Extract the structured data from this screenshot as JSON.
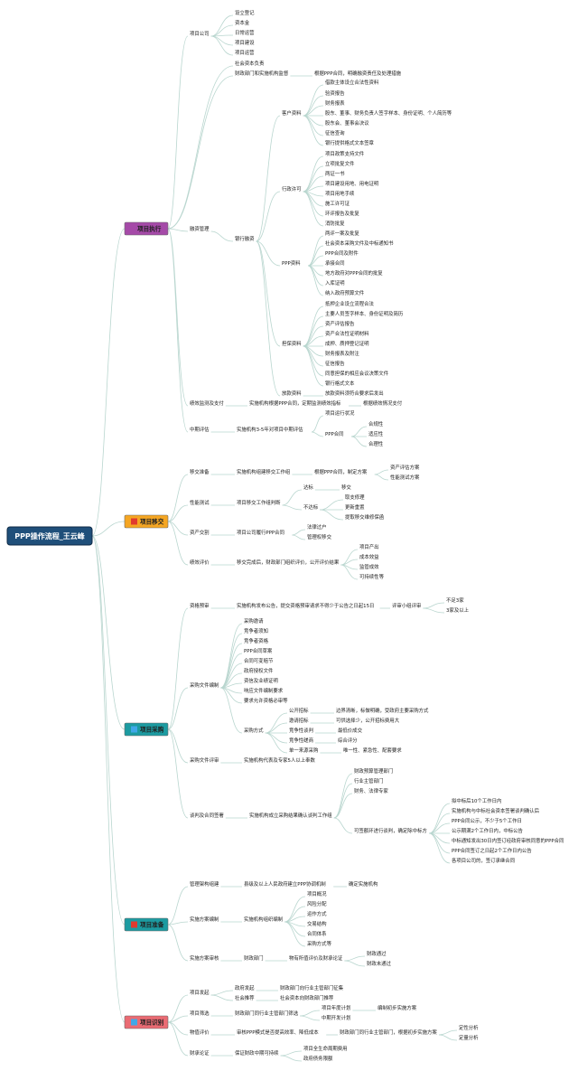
{
  "root": {
    "label": "PPP操作流程_王云峰",
    "color": "#1f4f7a"
  },
  "branches": {
    "b1": {
      "label": "项目执行",
      "color": "#a54aa8"
    },
    "b2": {
      "label": "项目移交",
      "color": "#f5a623",
      "icon_color": "#e03a2f"
    },
    "b3": {
      "label": "项目采购",
      "color": "#1c9ba1",
      "icon_color": "#40a8e8"
    },
    "b4": {
      "label": "项目准备",
      "color": "#1c9ba1",
      "icon_color": "#e03a2f"
    },
    "b5": {
      "label": "项目识别",
      "color": "#ea6b73",
      "icon_color": "#40a8e8"
    }
  },
  "nodes": {
    "n1": "项目公司",
    "n1_1": "设立登记",
    "n1_2": "资本金",
    "n1_3": "日常运营",
    "n1_4": "项目建设",
    "n1_5": "项目运营",
    "n2_a": "社会资本负责",
    "n2_b": "财政部门和实施机构监督",
    "n2_b1": "根据PPP合同，明确融资责任及处理措施",
    "n3": "融资管理",
    "n3_1": "银行融资",
    "k": "客户资料",
    "k1": "借款主体设立合法性资料",
    "k2": "验资报告",
    "k3": "财务报表",
    "k4": "股东、董事、财务负责人签字样本、身份证明、个人简历等",
    "k5": "股东会、董事会决议",
    "k6": "征信查询",
    "k7": "银行提供格式文本签章",
    "x": "行政许可",
    "x1": "项目政策支持文件",
    "x2": "立项批复文件",
    "x3": "两证一书",
    "x4": "项目建设用地、用电证明",
    "x5": "项目用地手续",
    "x6": "施工许可证",
    "x7": "环评报告及批复",
    "x8": "消防批复",
    "p": "PPP资料",
    "p1": "两评一案及批复",
    "p2": "社会资本采购文件及中标通知书",
    "p3": "PPP合同及附件",
    "p4": "承接合同",
    "p5": "地方政府对PPP合同的批复",
    "p6": "入库证明",
    "p7": "纳入政府预算文件",
    "d": "担保资料",
    "d1": "抵押企业设立流程合法",
    "d2": "主要人员签字样本、身份证明及简历",
    "d3": "资产评估报告",
    "d4": "资产合法性证明材料",
    "d5": "成押、质押登记证明",
    "d6": "财务报表及附注",
    "d7": "征信报告",
    "d8": "同意担保的相应会议决策文件",
    "d9": "银行格式文本",
    "fk": "放款资料",
    "fk1": "放款资料须符合要求后发出",
    "jx": "绩效监测及支付",
    "jx1": "实施机构根据PPP合同，定期监测绩效指标",
    "jx2": "根据绩效情况支付",
    "zq": "中期评估",
    "zq1": "实施机构3-5年对项目中期评估",
    "zq2": "项目运行状况",
    "zq3": "PPP合同",
    "zq3a": "合规性",
    "zq3b": "适应性",
    "zq3c": "合理性",
    "yj": "移交准备",
    "yj1": "实施机构组建移交工作组",
    "yj2": "根据PPP合同，制定方案",
    "yj2a": "资产评估方案",
    "yj2b": "性能测试方案",
    "xn": "性能测试",
    "xn1": "项目移交工作组判断",
    "xn_db": "达标",
    "xn_db1": "移交",
    "xn_bdb": "不达标",
    "xn_bdb1": "取支修理",
    "xn_bdb2": "更新重置",
    "xn_bdb3": "提取移交维修保函",
    "zc": "资产交割",
    "zc1": "项目公司履行PPP合同",
    "zc1a": "法律过户",
    "zc1b": "管理权移交",
    "jp": "绩效评价",
    "jp1": "移交完成后，财政部门组织评价，公开评价结果",
    "jp1a": "项目产出",
    "jp1b": "成本效益",
    "jp1c": "监管成效",
    "jp1d": "可持续性等",
    "zy": "资格预审",
    "zy1": "实施机构发布公告，提交资格预审请求不得少于公告之日起15日",
    "zy2": "评审小组评审",
    "zy2a": "不足3家",
    "zy2b": "3家及以上",
    "cg": "采购文件编制",
    "cg1": "采购邀请",
    "cg2": "竞争者须知",
    "cg3": "竞争者资格",
    "cg4": "PPP合同草案",
    "cg5": "合同可变赔节",
    "cg6": "政府授权文件",
    "cg7": "资信及业绩证明",
    "cg8": "响应文件编制要求",
    "cg9": "要求允许资格必审等",
    "fs": "采购方式",
    "fs1": "公开招标",
    "fs1a": "边界清晰，标做明确，受政府主要采购方式",
    "fs2": "邀请招标",
    "fs2a": "可供选择少，公开招标费用大",
    "fs3": "竞争性谈判",
    "fs3a": "最低价成交",
    "fs4": "竞争性磋商",
    "fs4a": "综合评分",
    "fs5": "单一来源采购",
    "fs5a": "唯一性、紧急性、配套要求",
    "ps": "采购文件评审",
    "ps1": "实施机构代表及专家5人以上奉数",
    "tp": "谈判及合同签署",
    "tp1": "实施机构成立采购结果确认谈判工作组",
    "tp1a": "财政预算管理部门",
    "tp1b": "行业主管部门",
    "tp1c": "财务、法律专家",
    "tp2": "可签额环进行谈判，确定除中标方",
    "tp2a": "拟中标后10个工作日内",
    "tp2b": "实施机构与中标社会资本签署谈判确认后",
    "tp2c": "PPP合同公示，不少于5个工作日",
    "tp2d": "公示期满2个工作日内，中标公告",
    "tp2e": "中标通知发出30日内签订经政府审核同意的PPP合同",
    "tp2f": "PPP合同签订之日起2个工作日内公告",
    "tp2g": "各项目公司的，签订承继合同",
    "gl": "管理架构组建",
    "gl1": "县级及以上人民政府建立PPP协调机制",
    "gl2": "确定实施机构",
    "ss": "实施方案编制",
    "ss1": "实施机构组织编制",
    "ss1a": "项目概况",
    "ss1b": "风险分配",
    "ss1c": "运作方式",
    "ss1d": "交易结构",
    "ss1e": "合同体系",
    "ss1f": "采购方式等",
    "sh": "实施方案审核",
    "sh1": "财政部门",
    "sh2": "物有所值评价及财承论证",
    "sh2a": "财政通过",
    "sh2b": "财政未通过",
    "fq": "项目发起",
    "fq1": "政府发起",
    "fq1a": "财政部门向行业主管部门征集",
    "fq2": "社会推荐",
    "fq2a": "社会资本向财政部门推荐",
    "sx": "项目筛选",
    "sx1": "财政部门同行业主管部门筛选",
    "sx1a": "项目年度计划",
    "sx1b": "中期开发计划",
    "sx2": "编制初步实施方案",
    "wy": "物值评价",
    "wy1": "审核PPP模式是否提高效率、降低成本",
    "wy2": "财政部门同行业主管部门，根据初步实施方案",
    "wy2a": "定性分析",
    "wy2b": "定量分析",
    "cz": "财承论证",
    "cz1": "保证财政中期可持续",
    "cz1a": "项目全生命周期费用",
    "cz1b": "政府债务限额"
  }
}
